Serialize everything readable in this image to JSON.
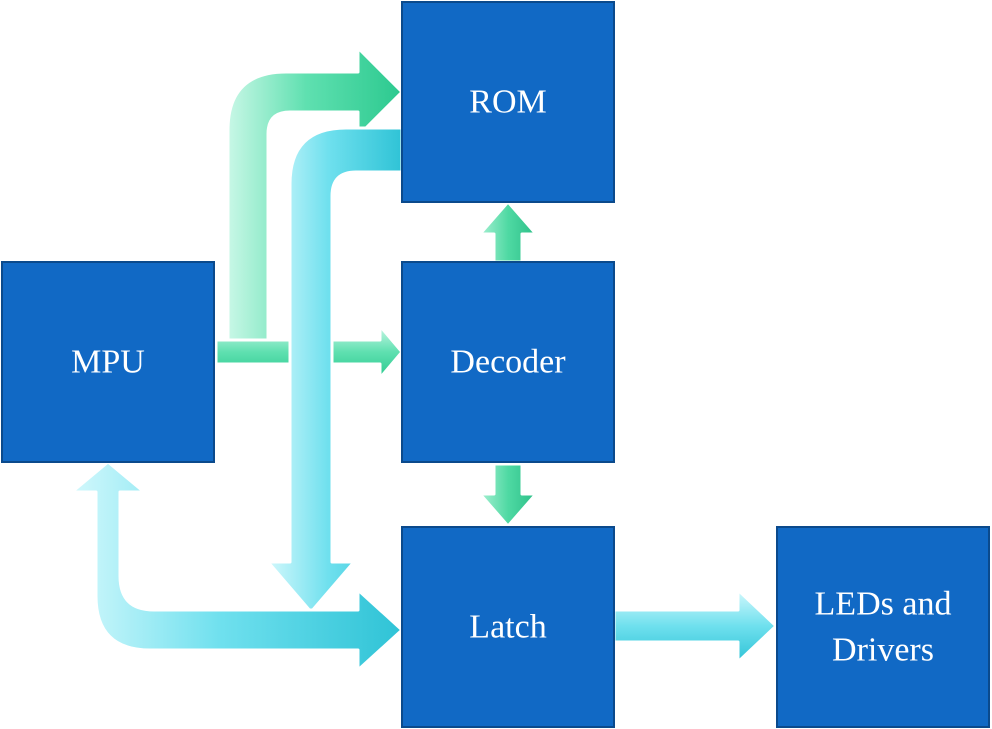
{
  "blocks": {
    "rom": "ROM",
    "mpu": "MPU",
    "decoder": "Decoder",
    "latch": "Latch",
    "leds_line1": "LEDs and",
    "leds_line2": "Drivers"
  },
  "colors": {
    "block_fill": "#1169c5",
    "block_border": "#0b4a8c",
    "arrow_green": "#3fd9a0",
    "arrow_cyan": "#3fd0e0",
    "label_text": "#ffffff"
  }
}
